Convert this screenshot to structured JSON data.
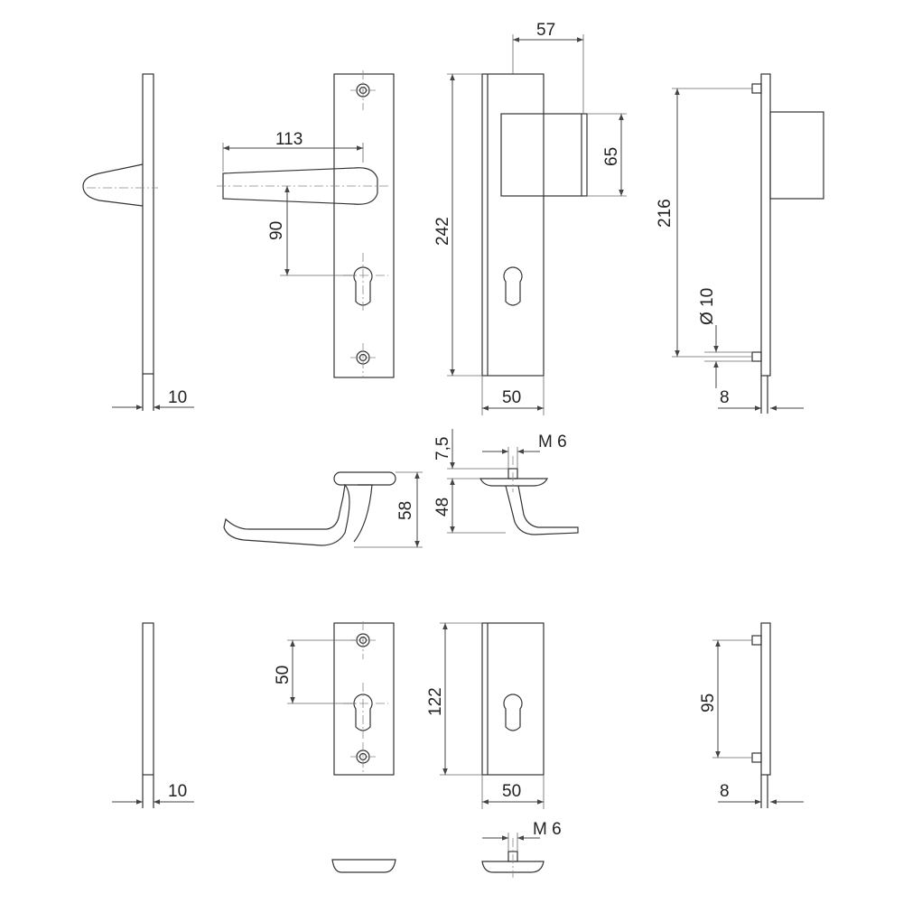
{
  "colors": {
    "line": "#333333",
    "background": "#ffffff"
  },
  "dimensions": {
    "d_10_top": "10",
    "d_113": "113",
    "d_90": "90",
    "d_242": "242",
    "d_57": "57",
    "d_65": "65",
    "d_50_top": "50",
    "d_216": "216",
    "d_dia10": "Ø 10",
    "d_8_top": "8",
    "d_7_5": "7,5",
    "d_m6_top": "M 6",
    "d_58": "58",
    "d_48": "48",
    "d_10_bottom": "10",
    "d_50_pitch": "50",
    "d_122": "122",
    "d_50_bottom": "50",
    "d_95": "95",
    "d_8_bottom": "8",
    "d_m6_bottom": "M 6"
  }
}
